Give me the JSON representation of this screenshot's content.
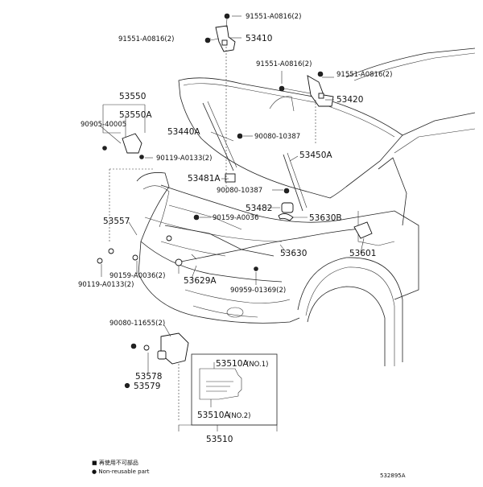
{
  "labels": {
    "l53410": "53410",
    "l91551_a_top": "91551-A0816(2)",
    "l91551_b_left": "91551-A0816(2)",
    "l91551_c": "91551-A0816(2)",
    "l91551_d_right": "91551-A0816(2)",
    "l53420": "53420",
    "l53550": "53550",
    "l53550A": "53550A",
    "l90905": "90905-40005",
    "l90119_top": "90119-A0133(2)",
    "l53440A": "53440A",
    "l90080_10387_a": "90080-10387",
    "l53450A": "53450A",
    "l53481A": "53481A",
    "l90080_10387_b": "90080-10387",
    "l53482": "53482",
    "l53630B": "53630B",
    "l53557": "53557",
    "l90159_a": "90159-A0036",
    "l53630": "53630",
    "l53601": "53601",
    "l90119_bottom": "90119-A0133(2)",
    "l90159_b": "90159-A0036(2)",
    "l53629A": "53629A",
    "l90959": "90959-01369(2)",
    "l90080_11655": "90080-11655(2)",
    "l53578": "53578",
    "l53579": "53579",
    "l53510A_no1": "53510A",
    "l53510A_no1_suffix": "(NO.1)",
    "l53510A_no2": "53510A",
    "l53510A_no2_suffix": "(NO.2)",
    "l53510": "53510"
  },
  "legend": {
    "line1": "■ 再使用不可部品",
    "line2": "● Non-reusable part"
  },
  "figure_code": "532895A",
  "icons": {
    "non_reusable_marker": "filled-circle-icon"
  }
}
